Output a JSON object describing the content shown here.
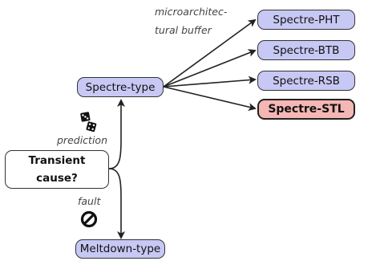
{
  "diagram": {
    "root": {
      "line1": "Transient",
      "line2": "cause?"
    },
    "spectre_type": "Spectre-type",
    "meltdown_type": "Meltdown-type",
    "leaves": [
      {
        "label": "Spectre-PHT",
        "style": "normal"
      },
      {
        "label": "Spectre-BTB",
        "style": "normal"
      },
      {
        "label": "Spectre-RSB",
        "style": "normal"
      },
      {
        "label": "Spectre-STL",
        "style": "highlighted"
      }
    ],
    "edge_labels": {
      "buffer_line1": "microarchitec-",
      "buffer_line2": "tural buffer",
      "prediction": "prediction",
      "fault": "fault"
    },
    "icons": {
      "prediction": "dice-icon",
      "fault": "prohibited-icon"
    },
    "colors": {
      "node_fill": "#c8c8f4",
      "highlight_fill": "#f5b7b5",
      "stroke": "#222222"
    }
  }
}
